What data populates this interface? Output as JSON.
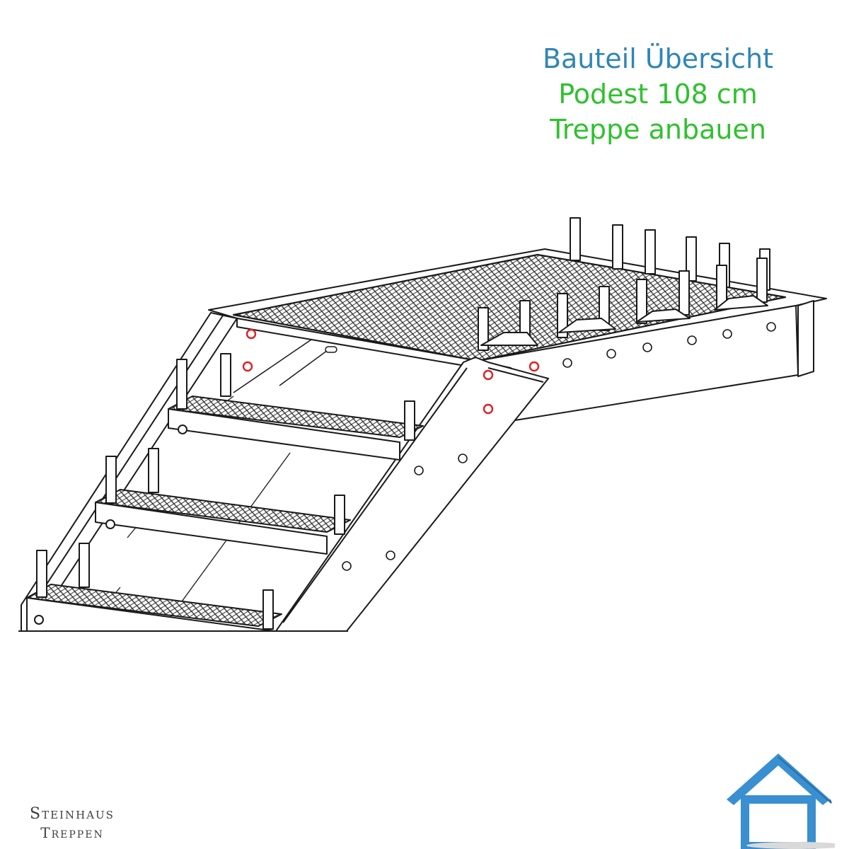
{
  "title": {
    "line1": "Bauteil Übersicht",
    "line2": "Podest 108 cm",
    "line3": "Treppe anbauen"
  },
  "brand": {
    "line1": "Steinhaus",
    "line2": "Treppen"
  },
  "colors": {
    "title_blue": "#2f86b5",
    "title_green": "#2fc12f",
    "highlight_bolt": "#e02020",
    "logo_blue": "#3a8fd0",
    "line": "#1a1a1a"
  },
  "icons": {
    "logo": "house-icon"
  }
}
